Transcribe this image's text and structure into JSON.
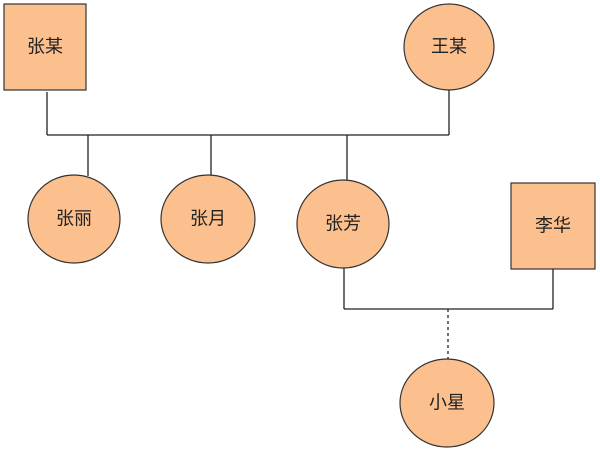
{
  "colors": {
    "node_fill": "#FCC08E",
    "node_stroke": "#333333",
    "line": "#222222"
  },
  "people": {
    "zhang_mou": {
      "name": "张某",
      "shape": "square"
    },
    "wang_mou": {
      "name": "王某",
      "shape": "circle"
    },
    "zhang_li": {
      "name": "张丽",
      "shape": "circle"
    },
    "zhang_yue": {
      "name": "张月",
      "shape": "circle"
    },
    "zhang_fang": {
      "name": "张芳",
      "shape": "circle"
    },
    "li_hua": {
      "name": "李华",
      "shape": "square"
    },
    "xiao_xing": {
      "name": "小星",
      "shape": "circle"
    }
  }
}
